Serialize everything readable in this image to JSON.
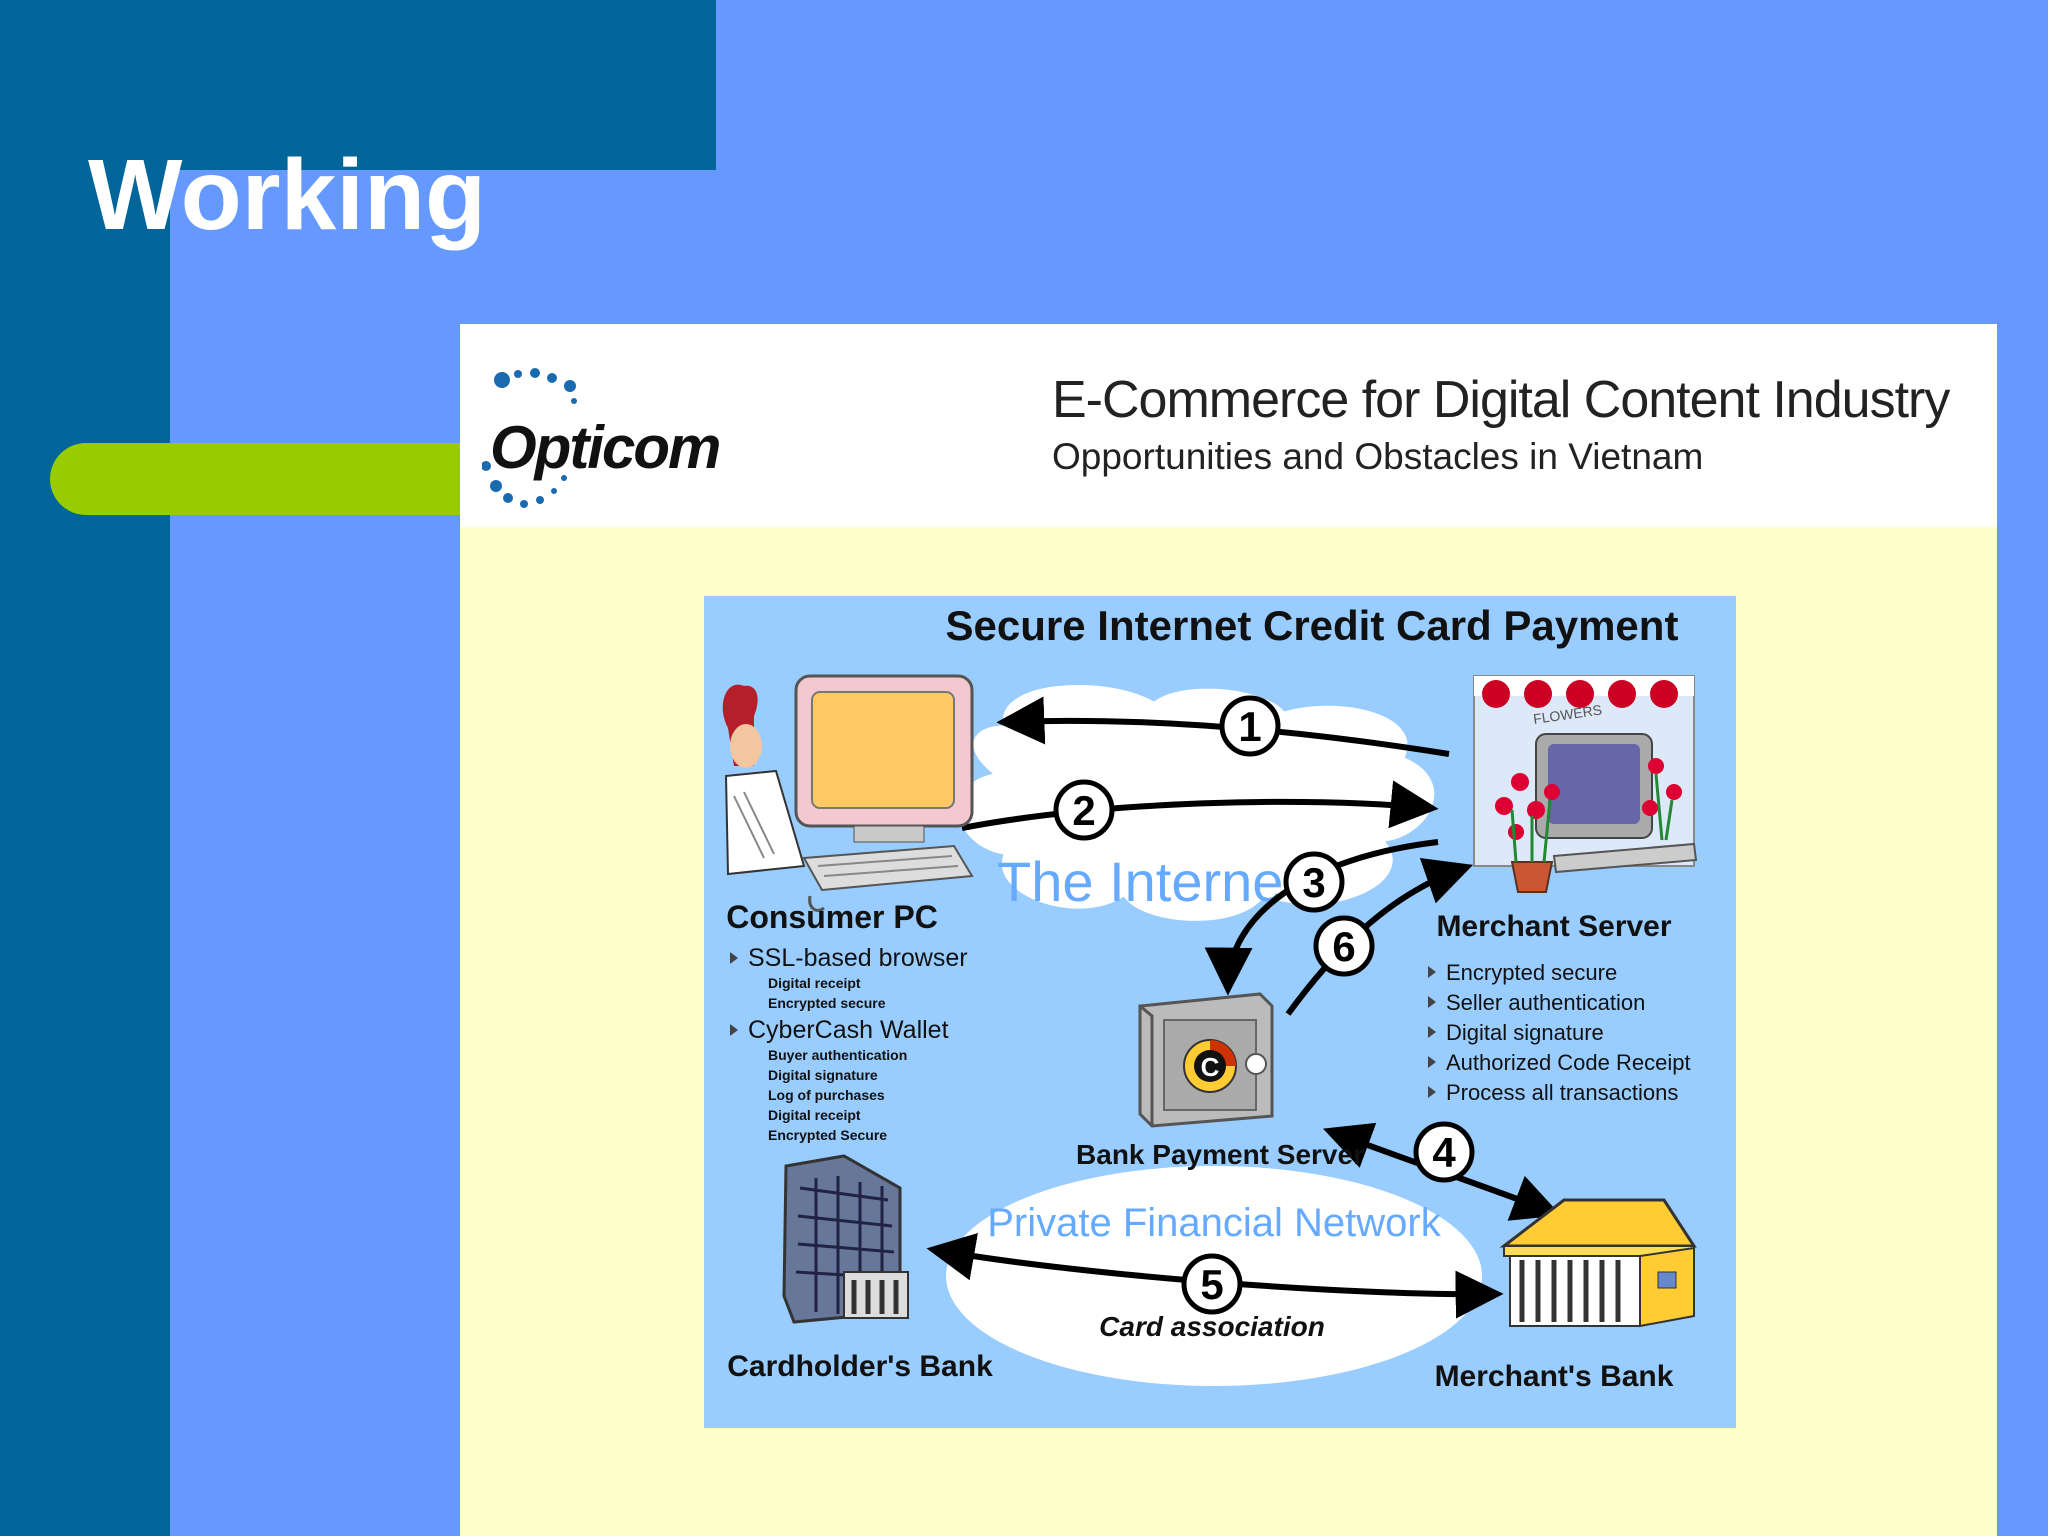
{
  "slide": {
    "title": "Working"
  },
  "header": {
    "logo_text": "Opticom",
    "title": "E-Commerce for Digital Content Industry",
    "subtitle": "Opportunities and Obstacles in Vietnam"
  },
  "diagram": {
    "title": "Secure Internet Credit Card Payment",
    "internet_label": "The Internet",
    "private_network_label": "Private Financial Network",
    "card_association_label": "Card association",
    "steps": [
      "1",
      "2",
      "3",
      "4",
      "5",
      "6"
    ],
    "consumer": {
      "title": "Consumer PC",
      "items": [
        {
          "label": "SSL-based browser",
          "subs": [
            "Digital receipt",
            "Encrypted secure"
          ]
        },
        {
          "label": "CyberCash Wallet",
          "subs": [
            "Buyer authentication",
            "Digital signature",
            "Log of purchases",
            "Digital receipt",
            "Encrypted Secure"
          ]
        }
      ]
    },
    "merchant_server": {
      "title": "Merchant Server",
      "items": [
        "Encrypted secure",
        "Seller authentication",
        "Digital signature",
        "Authorized Code Receipt",
        "Process all transactions"
      ]
    },
    "bank_server": {
      "title": "Bank Payment Server",
      "logo_letter": "C"
    },
    "cardholder_bank": {
      "title": "Cardholder's Bank"
    },
    "merchant_bank": {
      "title": "Merchant's Bank"
    },
    "shop_sign": "FLOWERS"
  },
  "colors": {
    "slide_bg": "#6699ff",
    "slide_dark": "#006699",
    "accent_green": "#99cc00",
    "panel_bg": "#ffffcc",
    "diagram_bg": "#99ccff",
    "cloud_text": "#66aaff"
  }
}
